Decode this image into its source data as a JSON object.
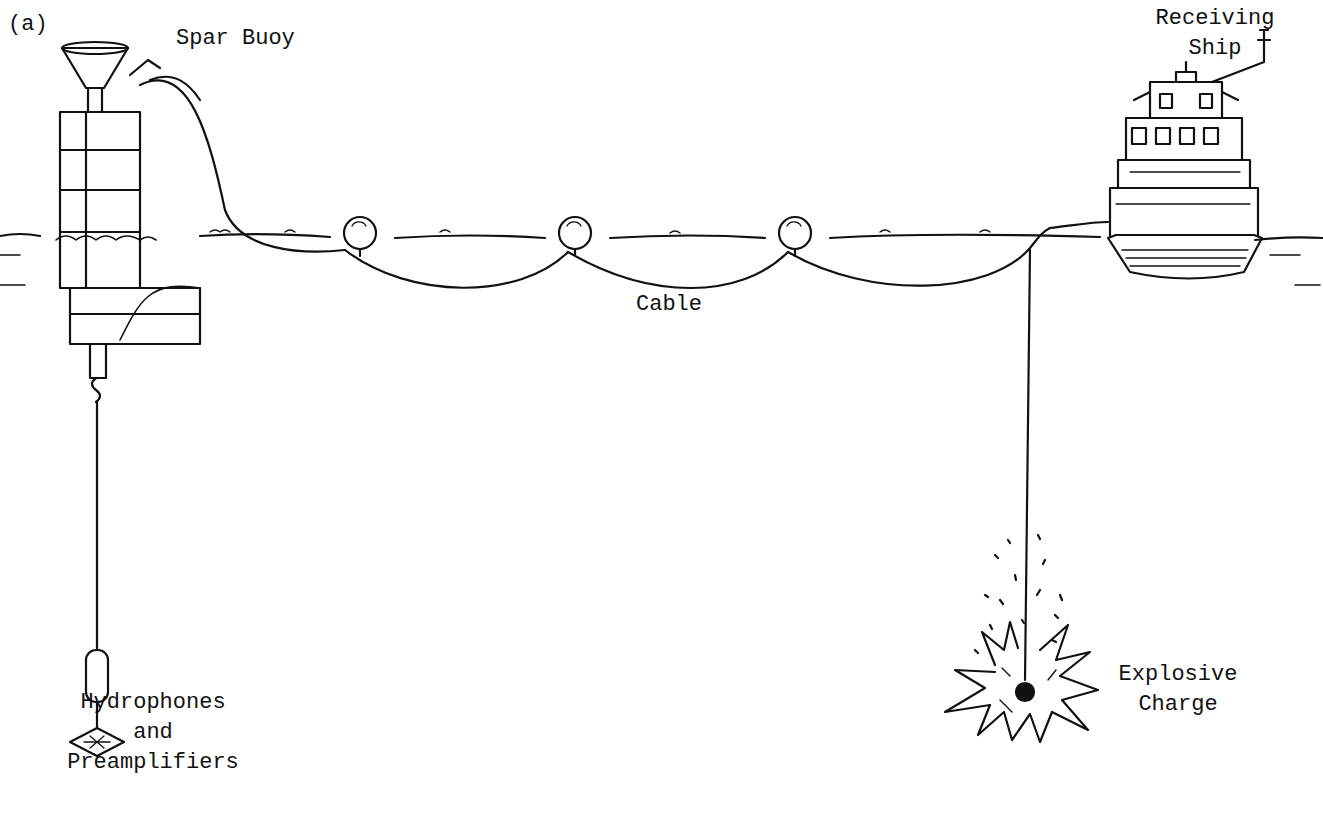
{
  "diagram": {
    "labels": [
      "(a)",
      "Spar Buoy",
      "Receiving Ship",
      "Cable",
      "Hydrophones and Preamplifiers",
      "Explosive Charge"
    ]
  }
}
